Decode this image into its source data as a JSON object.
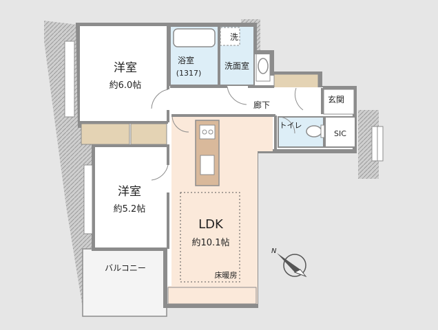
{
  "rooms": {
    "western1": {
      "name": "洋室",
      "area": "約6.0帖"
    },
    "western2": {
      "name": "洋室",
      "area": "約5.2帖"
    },
    "bath": {
      "name": "浴室",
      "size": "(1317)"
    },
    "washroom": {
      "name": "洗面室"
    },
    "laundry": {
      "name": "洗"
    },
    "corridor": {
      "name": "廊下"
    },
    "entrance": {
      "name": "玄関"
    },
    "toilet": {
      "name": "トイレ"
    },
    "sic": {
      "name": "SIC"
    },
    "ldk": {
      "name": "LDK",
      "area": "約10.1帖",
      "note": "床暖房"
    },
    "balcony": {
      "name": "バルコニー"
    }
  },
  "compass": {
    "north": "N"
  },
  "colors": {
    "background": "#e6e6e6",
    "wall": "#8c8c8c",
    "floor": "#ffffff",
    "wet": "#ddeef7",
    "ldk": "#fbe9da",
    "closet": "#e4d3b4",
    "kitchen": "#d9b99b"
  }
}
